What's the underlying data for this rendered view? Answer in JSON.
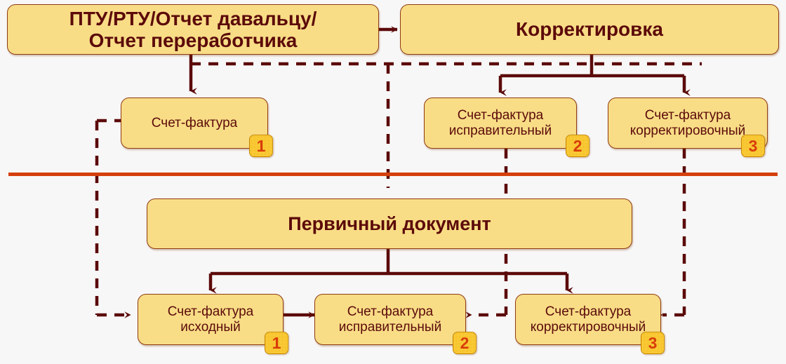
{
  "diagram": {
    "title_row": {
      "source": "ПТУ/РТУ/Отчет давальцу/\nОтчет переработчика",
      "source_line1": "ПТУ/РТУ/Отчет давальцу/",
      "source_line2": "Отчет переработчика",
      "correction": "Корректировка"
    },
    "upper_row": [
      {
        "label": "Счет-фактура",
        "label_line1": "Счет-фактура",
        "label_line2": "",
        "badge": "1"
      },
      {
        "label": "Счет-фактура исправительный",
        "label_line1": "Счет-фактура",
        "label_line2": "исправительный",
        "badge": "2"
      },
      {
        "label": "Счет-фактура корректировочный",
        "label_line1": "Счет-фактура",
        "label_line2": "корректировочный",
        "badge": "3"
      }
    ],
    "center": {
      "label": "Первичный документ"
    },
    "lower_row": [
      {
        "label": "Счет-фактура исходный",
        "label_line1": "Счет-фактура",
        "label_line2": "исходный",
        "badge": "1"
      },
      {
        "label": "Счет-фактура исправительный",
        "label_line1": "Счет-фактура",
        "label_line2": "исправительный",
        "badge": "2"
      },
      {
        "label": "Счет-фактура корректировочный",
        "label_line1": "Счет-фактура",
        "label_line2": "корректировочный",
        "badge": "3"
      }
    ],
    "colors": {
      "node_fill": "#f8dd86",
      "node_stroke": "#8f3b12",
      "text": "#5c0a0a",
      "connector": "#5c0a0a",
      "divider": "#d4400c",
      "badge_fill": "#ffe14f",
      "badge_text": "#d93d0b",
      "background": "#f8f7f7"
    }
  }
}
